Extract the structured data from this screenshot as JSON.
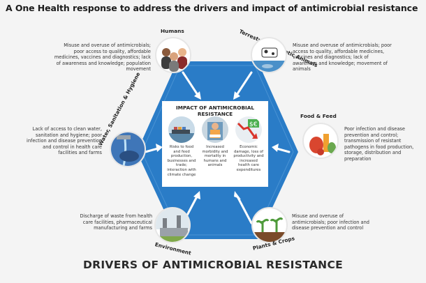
{
  "title": "A One Health response to address the drivers and impact of antimicrobial resistance",
  "footer": "DRIVERS OF ANTIMICROBIAL RESISTANCE",
  "colors": {
    "hexagon": "#2a7cc7",
    "hexagon_dark": "#1e63a8",
    "arrow": "#ffffff",
    "text": "#2a2a2a"
  },
  "impact": {
    "title": "IMPACT OF ANTIMICROBIAL RESISTANCE",
    "items": [
      {
        "icon": "cargo-ship-icon",
        "text": "Risks to food and feed production, businesses and trade; interaction with climate change"
      },
      {
        "icon": "sick-patient-icon",
        "text": "Increased morbidity and mortality in humans and animals"
      },
      {
        "icon": "economic-decline-icon",
        "text": "Economic damage, loss of productivity and increased health care expenditures"
      }
    ]
  },
  "drivers": {
    "humans": {
      "label": "Humans",
      "icon": "people-icon",
      "text": "Misuse and overuse of antimicrobials; poor access to quality, affordable medicines, vaccines and diagnostics; lack of awareness and knowledge; population movement"
    },
    "animals": {
      "label": "Terrestrial & Aquatic Animals",
      "icon": "cow-fish-icon",
      "text": "Misuse and overuse of antimicrobials; poor access to quality, affordable medicines, vaccines and diagnostics; lack of awareness and knowledge; movement of animals"
    },
    "wash": {
      "label": "Water, Sanitation & Hygiene",
      "icon": "handwash-icon",
      "text": "Lack of access to clean water, sanitation and hygiene; poor infection and disease prevention and control in health care facilities and farms"
    },
    "food": {
      "label": "Food & Feed",
      "icon": "food-icon",
      "text": "Poor infection and disease prevention and control; transmission of resistant pathogens in food production, storage, distribution and preparation"
    },
    "environment": {
      "label": "Environment",
      "icon": "factory-icon",
      "text": "Discharge of waste from health care facilities, pharmaceutical manufacturing and farms"
    },
    "plants": {
      "label": "Plants & Crops",
      "icon": "seedlings-icon",
      "text": "Misuse and overuse of antimicrobials; poor infection and disease prevention and control"
    }
  }
}
